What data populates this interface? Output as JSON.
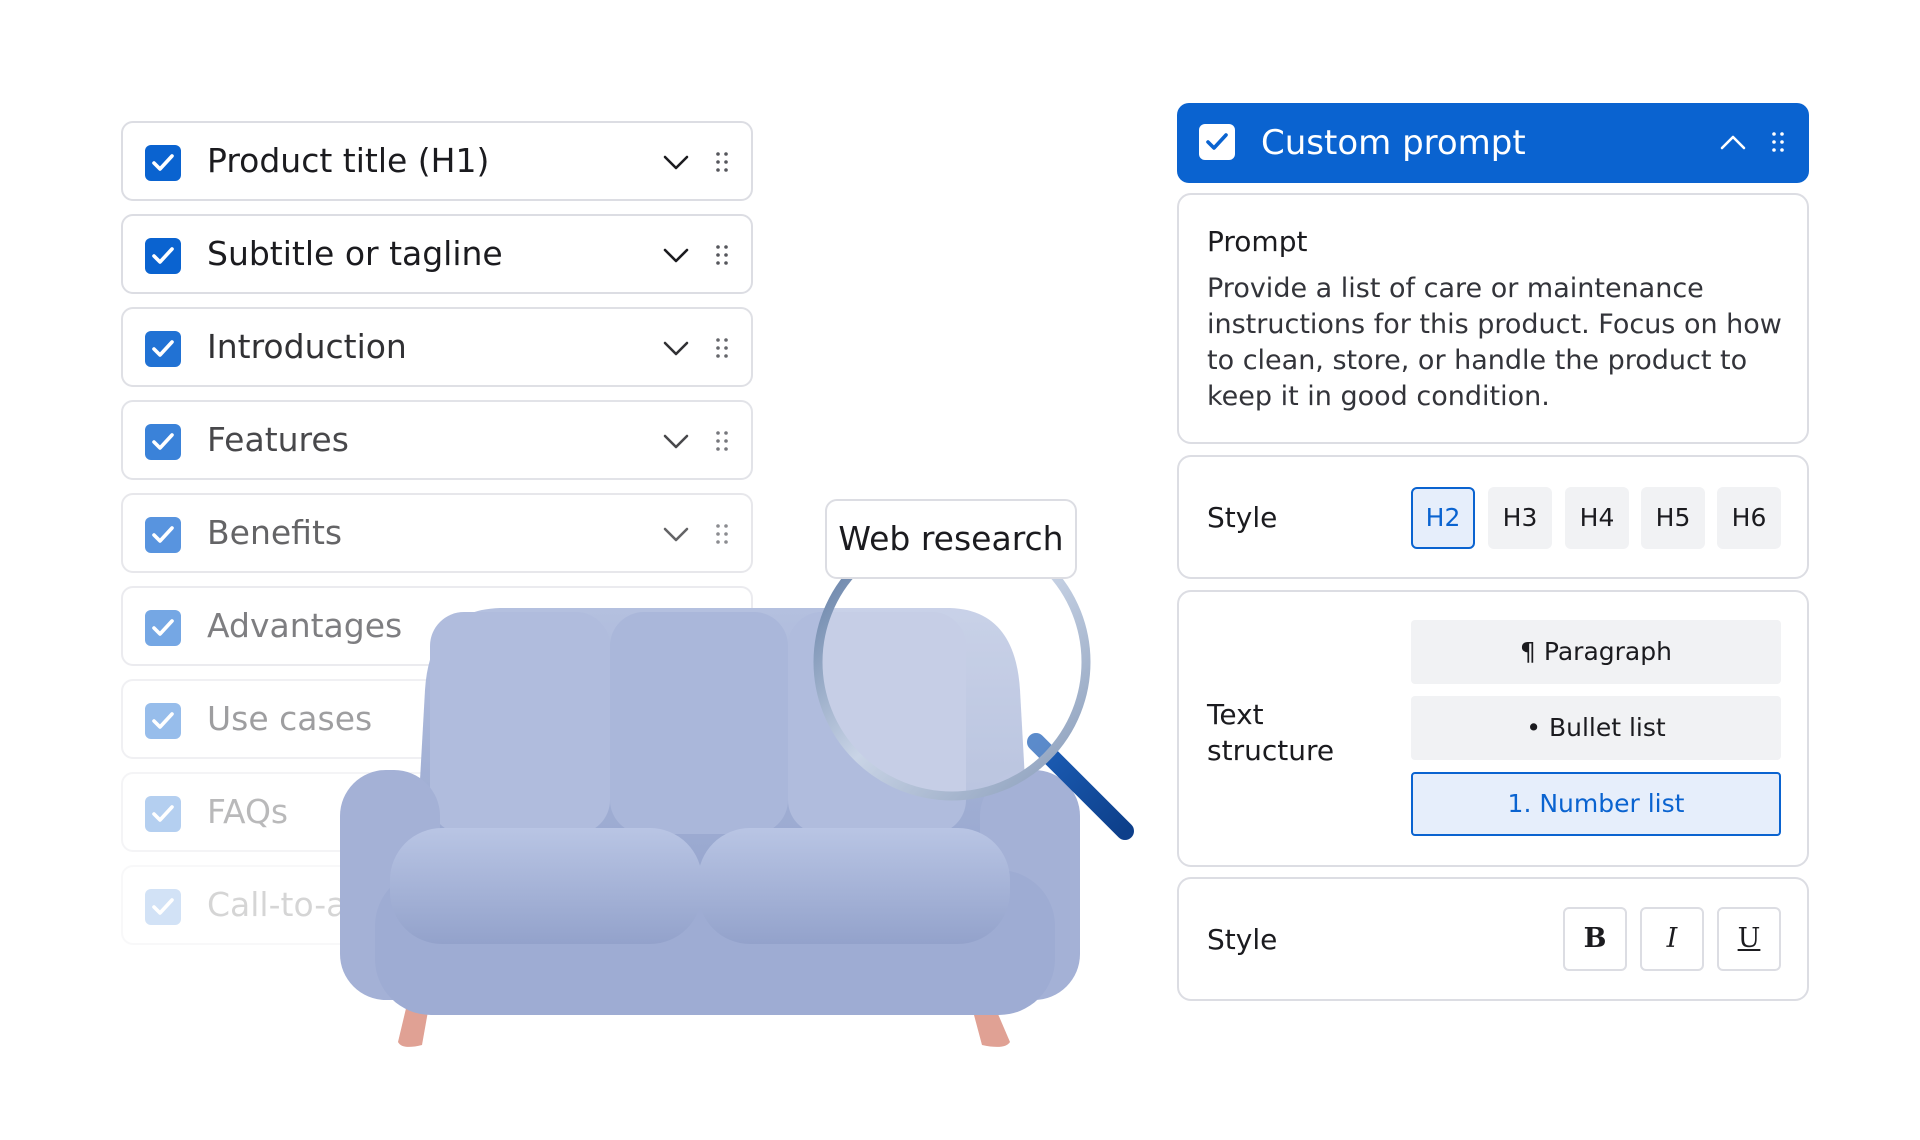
{
  "colors": {
    "accent": "#0a63d0",
    "accent_light": "#e6eefb",
    "border": "#dcdde3",
    "button_bg": "#f1f2f4",
    "text": "#1b1b1f"
  },
  "sections": [
    {
      "label": "Product title (H1)",
      "checked": true,
      "opacity": 1.0
    },
    {
      "label": "Subtitle or tagline",
      "checked": true,
      "opacity": 1.0
    },
    {
      "label": "Introduction",
      "checked": true,
      "opacity": 0.9
    },
    {
      "label": "Features",
      "checked": true,
      "opacity": 0.8
    },
    {
      "label": "Benefits",
      "checked": true,
      "opacity": 0.68
    },
    {
      "label": "Advantages",
      "checked": true,
      "opacity": 0.56
    },
    {
      "label": "Use cases",
      "checked": true,
      "opacity": 0.42
    },
    {
      "label": "FAQs",
      "checked": true,
      "opacity": 0.3
    },
    {
      "label": "Call-to-a",
      "checked": true,
      "opacity": 0.18
    }
  ],
  "web_research": {
    "label": "Web research",
    "icon": "magnifier-icon"
  },
  "custom_prompt": {
    "title": "Custom prompt",
    "checked": true,
    "prompt_label": "Prompt",
    "prompt_text": "Provide a list of care or maintenance instructions for this product. Focus on how to clean, store, or handle the product to keep it in good condition.",
    "heading_style": {
      "label": "Style",
      "options": [
        "H2",
        "H3",
        "H4",
        "H5",
        "H6"
      ],
      "selected": "H2"
    },
    "text_structure": {
      "label_line1": "Text",
      "label_line2": "structure",
      "options": [
        {
          "label": "¶ Paragraph",
          "active": false
        },
        {
          "label": "•  Bullet list",
          "active": false
        },
        {
          "label": "1. Number list",
          "active": true
        }
      ]
    },
    "format_style": {
      "label": "Style",
      "bold": "B",
      "italic": "I",
      "underline": "U"
    }
  }
}
